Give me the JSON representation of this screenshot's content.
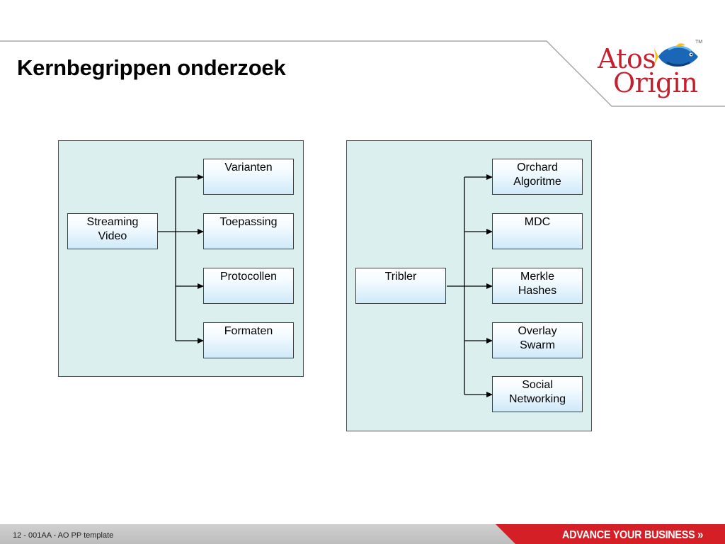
{
  "slide": {
    "title": "Kernbegrippen onderzoek"
  },
  "logo": {
    "line1": "Atos",
    "line2": "Origin",
    "trademark": "TM",
    "icon": "fish-icon",
    "color": "#c41f2e"
  },
  "diagram_left": {
    "root": "Streaming\nVideo",
    "children": [
      "Varianten",
      "Toepassing",
      "Protocollen",
      "Formaten"
    ]
  },
  "diagram_right": {
    "root": "Tribler",
    "children": [
      "Orchard\nAlgoritme",
      "MDC",
      "Merkle\nHashes",
      "Overlay\nSwarm",
      "Social\nNetworking"
    ]
  },
  "footer": {
    "label": "12 - 001AA - AO PP template",
    "slogan": "ADVANCE YOUR BUSINESS",
    "slogan_icon": "double-chevron-right-icon",
    "accent_color": "#d41f26"
  }
}
